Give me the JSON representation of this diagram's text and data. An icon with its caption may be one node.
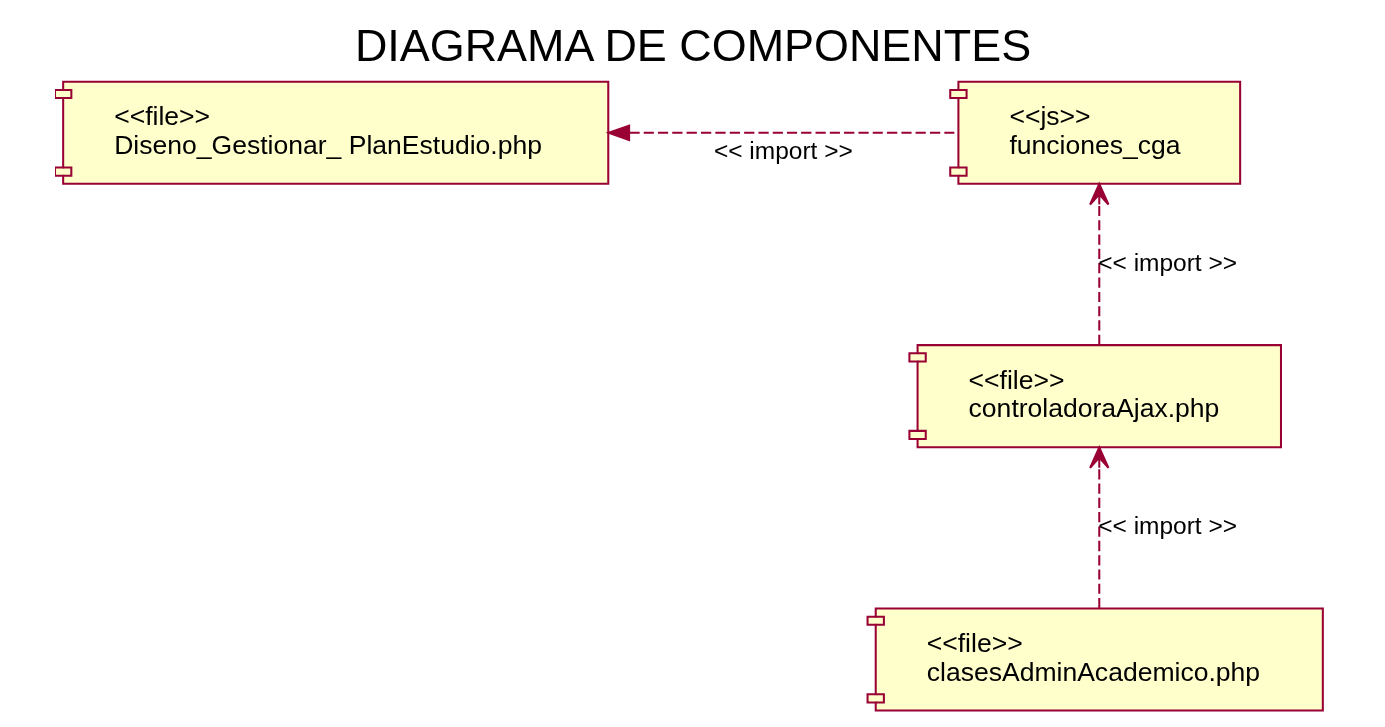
{
  "diagram": {
    "title": "DIAGRAMA DE COMPONENTES",
    "nodes": [
      {
        "text": [
          "<<file>>",
          "Diseno_Gestionar_ PlanEstudio.php"
        ]
      },
      {
        "text": [
          "<<js>>",
          "funciones_cga"
        ]
      },
      {
        "text": [
          "<<file>>",
          "controladoraAjax.php"
        ]
      },
      {
        "text": [
          "<<file>>",
          "clasesAdminAcademico.php"
        ]
      }
    ],
    "edges": [
      {
        "from": 1,
        "to": 0,
        "arrow": "to",
        "style": "dashed",
        "label": "<< import >>"
      },
      {
        "from": 2,
        "to": 1,
        "arrow": "to",
        "style": "dashed",
        "label": "<< import >>"
      },
      {
        "from": 3,
        "to": 2,
        "arrow": "to",
        "style": "dashed",
        "label": "<< import >>"
      }
    ]
  }
}
